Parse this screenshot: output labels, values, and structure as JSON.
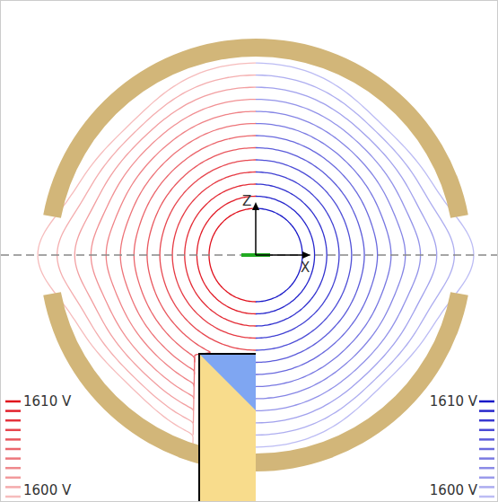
{
  "diagram": {
    "labels": [
      "Z",
      "X",
      "1610 V",
      "1600 V",
      "1610 V",
      "1600 V"
    ]
  }
}
